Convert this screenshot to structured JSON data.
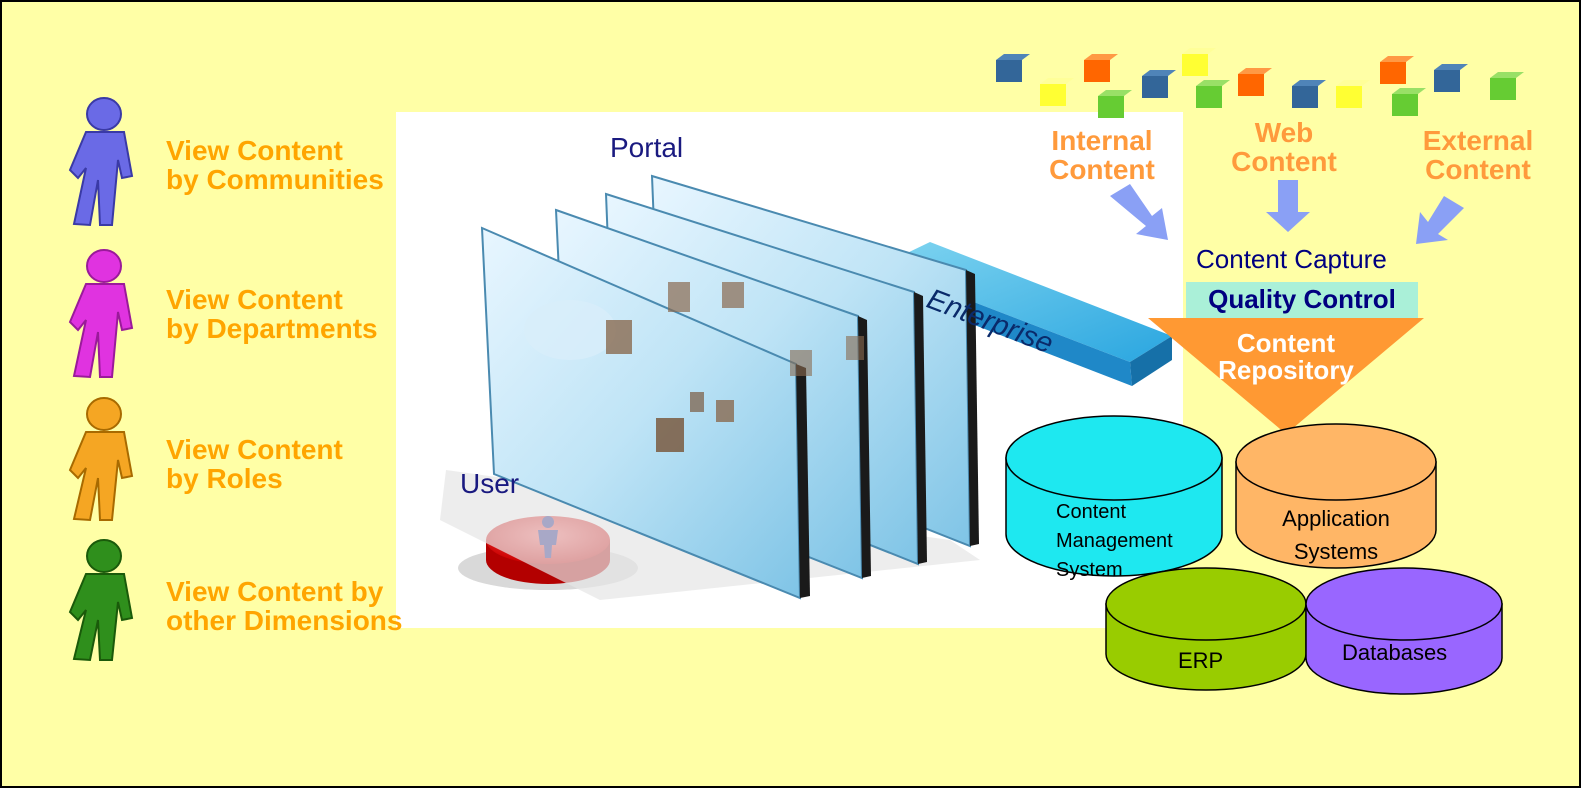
{
  "views": [
    {
      "line1": "View Content",
      "line2": "by Communities",
      "color": "#6a6ae6"
    },
    {
      "line1": "View Content",
      "line2": "by Departments",
      "color": "#e033e0"
    },
    {
      "line1": "View Content",
      "line2": "by Roles",
      "color": "#f5a623"
    },
    {
      "line1": "View Content by",
      "line2": "other Dimensions",
      "color": "#2f8f1c"
    }
  ],
  "portal": {
    "portal_label": "Portal",
    "user_label": "User",
    "enterprise_label": "Enterprise"
  },
  "sources": [
    {
      "line1": "Internal",
      "line2": "Content"
    },
    {
      "line1": "Web",
      "line2": "Content"
    },
    {
      "line1": "External",
      "line2": "Content"
    }
  ],
  "capture": {
    "content_capture": "Content Capture",
    "quality_control": "Quality Control"
  },
  "repository": {
    "line1": "Content",
    "line2": "Repository"
  },
  "databases": {
    "cms": {
      "line1": "Content",
      "line2": "Management",
      "line3": "System",
      "color": "#1ee8f0"
    },
    "apps": {
      "line1": "Application",
      "line2": "Systems",
      "color": "#ffb666"
    },
    "erp": {
      "label": "ERP",
      "color": "#99cc00"
    },
    "dbs": {
      "label": "Databases",
      "color": "#9966ff"
    }
  },
  "colors": {
    "background": "#ffffa6",
    "label_orange": "#ffa500",
    "arrow_blue": "#8aa0f5",
    "funnel": "#ff9933",
    "qc_band": "#aaf0d8"
  }
}
